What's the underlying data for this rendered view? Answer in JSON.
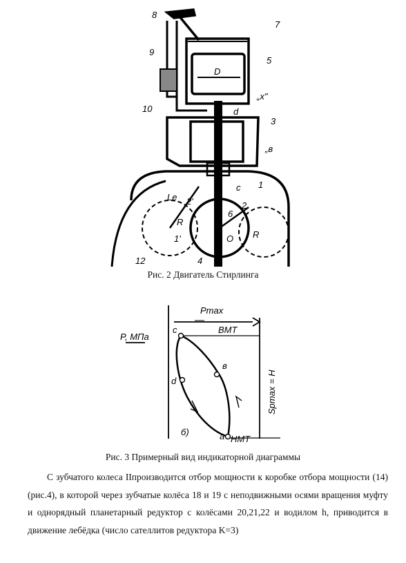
{
  "figure1": {
    "labels": {
      "l8": "8",
      "l7": "7",
      "l9": "9",
      "lD": "D",
      "l5": "5",
      "lx": "„x\"",
      "ld": "d",
      "l10": "10",
      "l3": "3",
      "lb": "„в",
      "lc": "c",
      "l1": "1",
      "l2": "2",
      "lO": "O",
      "l2p": "2'",
      "lLe": "Le",
      "lR": "R",
      "l1p": "1'",
      "l4": "4",
      "l12": "12",
      "l6": "6",
      "lRr": "R"
    },
    "caption": "Рис. 2 Двигатель Стирлинга"
  },
  "figure2": {
    "labels": {
      "pmax": "Pmax",
      "c": "c",
      "bmt": "ВМТ",
      "p_axis": "P, МПа",
      "d": "d",
      "b": "в",
      "s": "Spmax = H",
      "delta": "б)",
      "a": "a",
      "nmt": "НМТ"
    },
    "caption": "Рис. 3 Примерный вид индикаторной диаграммы"
  },
  "paragraph": {
    "line1": "С зубчатого колеса IIпроизводится отбор мощности к коробке отбора мощности (14) (рис.4), в которой через зубчатые колёса 18 и 19 с неподвижными осями вращения муфту и однорядный планетарный редуктор с колёсами 20,21,22 и водилом h, приводится в движение лебёдка (число сателлитов редуктора K=3)"
  }
}
